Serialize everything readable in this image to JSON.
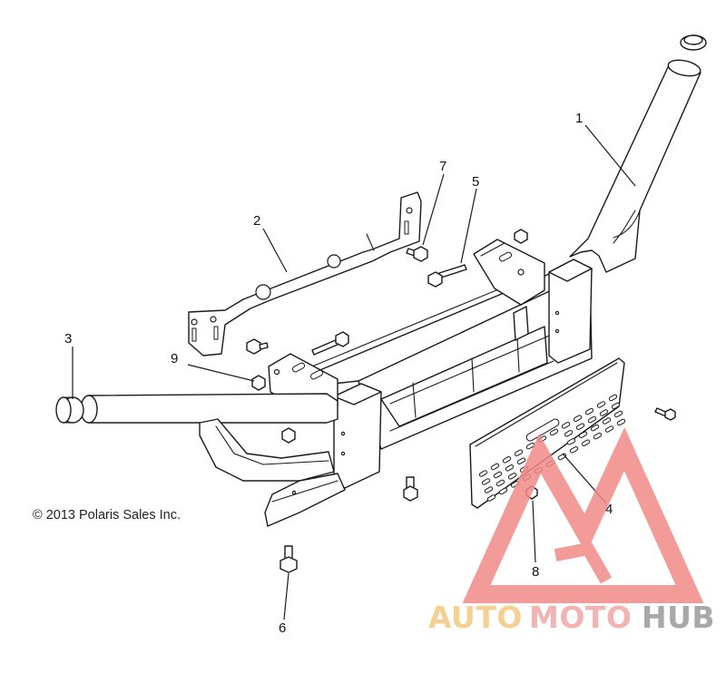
{
  "copyright": "© 2013 Polaris Sales Inc.",
  "callouts": [
    {
      "id": "1",
      "label": "1"
    },
    {
      "id": "2",
      "label": "2"
    },
    {
      "id": "3",
      "label": "3"
    },
    {
      "id": "4",
      "label": "4"
    },
    {
      "id": "5",
      "label": "5"
    },
    {
      "id": "6",
      "label": "6"
    },
    {
      "id": "7",
      "label": "7"
    },
    {
      "id": "8",
      "label": "8"
    },
    {
      "id": "9",
      "label": "9"
    }
  ],
  "watermark": {
    "part1": "AUTO",
    "part2": "MOTO",
    "part3": "HUB",
    "colors": {
      "auto": "#f3c87f",
      "moto": "#f0a8a5",
      "hub": "#9a9a9a",
      "triangle": "#f08a87"
    }
  }
}
